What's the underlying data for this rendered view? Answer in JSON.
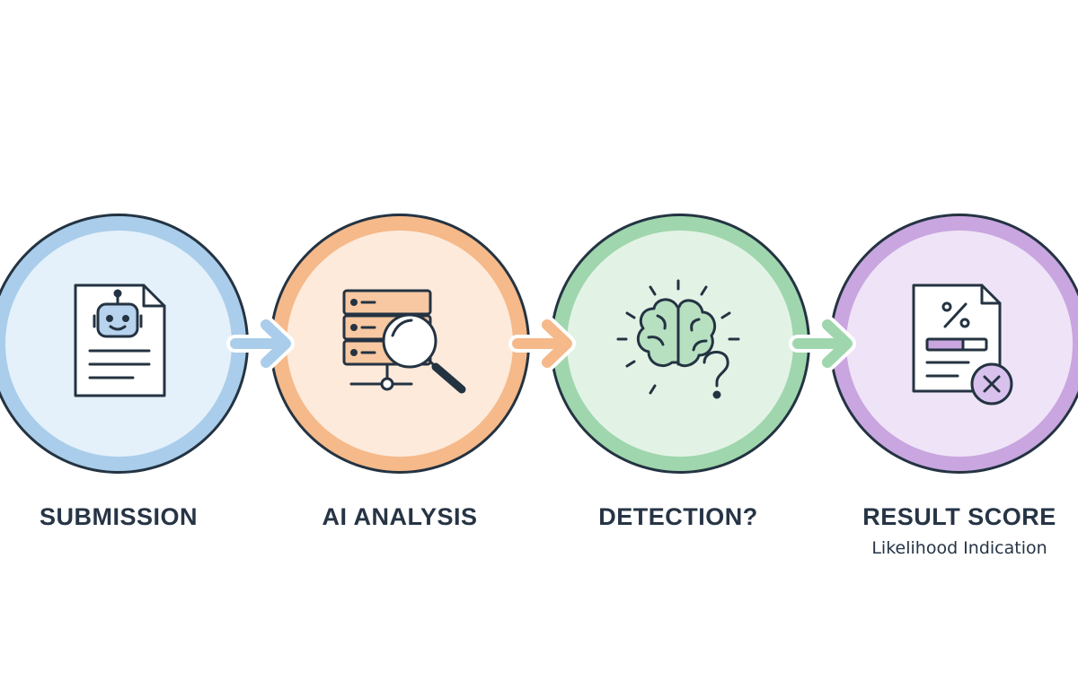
{
  "steps": [
    {
      "label": "SUBMISSION",
      "icon": "robot-document-icon",
      "color": "#a9cdea",
      "fill": "#e4f1fb"
    },
    {
      "label": "AI ANALYSIS",
      "icon": "server-magnifier-icon",
      "color": "#f5b98a",
      "fill": "#fdeadb"
    },
    {
      "label": "DETECTION?",
      "icon": "brain-question-icon",
      "color": "#9fd6ad",
      "fill": "#e2f3e6"
    },
    {
      "label": "RESULT SCORE",
      "sublabel": "Likelihood Indication",
      "icon": "percent-document-icon",
      "color": "#c9a6e0",
      "fill": "#efe4f7"
    }
  ],
  "colors": {
    "text": "#263445",
    "outline": "#263445"
  }
}
